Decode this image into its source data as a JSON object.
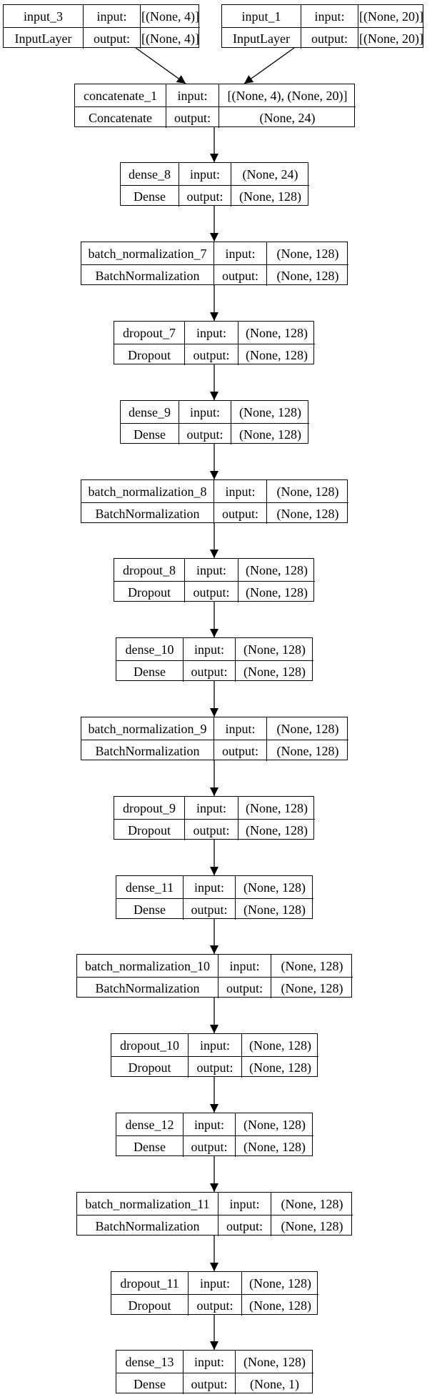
{
  "layers": [
    {
      "id": "input_3",
      "name": "input_3",
      "type": "InputLayer",
      "input_label": "input:",
      "input": "[(None, 4)]",
      "output_label": "output:",
      "output": "[(None, 4)]"
    },
    {
      "id": "input_1",
      "name": "input_1",
      "type": "InputLayer",
      "input_label": "input:",
      "input": "[(None, 20)]",
      "output_label": "output:",
      "output": "[(None, 20)]"
    },
    {
      "id": "concatenate_1",
      "name": "concatenate_1",
      "type": "Concatenate",
      "input_label": "input:",
      "input": "[(None, 4), (None, 20)]",
      "output_label": "output:",
      "output": "(None, 24)"
    },
    {
      "id": "dense_8",
      "name": "dense_8",
      "type": "Dense",
      "input_label": "input:",
      "input": "(None, 24)",
      "output_label": "output:",
      "output": "(None, 128)"
    },
    {
      "id": "batch_normalization_7",
      "name": "batch_normalization_7",
      "type": "BatchNormalization",
      "input_label": "input:",
      "input": "(None, 128)",
      "output_label": "output:",
      "output": "(None, 128)"
    },
    {
      "id": "dropout_7",
      "name": "dropout_7",
      "type": "Dropout",
      "input_label": "input:",
      "input": "(None, 128)",
      "output_label": "output:",
      "output": "(None, 128)"
    },
    {
      "id": "dense_9",
      "name": "dense_9",
      "type": "Dense",
      "input_label": "input:",
      "input": "(None, 128)",
      "output_label": "output:",
      "output": "(None, 128)"
    },
    {
      "id": "batch_normalization_8",
      "name": "batch_normalization_8",
      "type": "BatchNormalization",
      "input_label": "input:",
      "input": "(None, 128)",
      "output_label": "output:",
      "output": "(None, 128)"
    },
    {
      "id": "dropout_8",
      "name": "dropout_8",
      "type": "Dropout",
      "input_label": "input:",
      "input": "(None, 128)",
      "output_label": "output:",
      "output": "(None, 128)"
    },
    {
      "id": "dense_10",
      "name": "dense_10",
      "type": "Dense",
      "input_label": "input:",
      "input": "(None, 128)",
      "output_label": "output:",
      "output": "(None, 128)"
    },
    {
      "id": "batch_normalization_9",
      "name": "batch_normalization_9",
      "type": "BatchNormalization",
      "input_label": "input:",
      "input": "(None, 128)",
      "output_label": "output:",
      "output": "(None, 128)"
    },
    {
      "id": "dropout_9",
      "name": "dropout_9",
      "type": "Dropout",
      "input_label": "input:",
      "input": "(None, 128)",
      "output_label": "output:",
      "output": "(None, 128)"
    },
    {
      "id": "dense_11",
      "name": "dense_11",
      "type": "Dense",
      "input_label": "input:",
      "input": "(None, 128)",
      "output_label": "output:",
      "output": "(None, 128)"
    },
    {
      "id": "batch_normalization_10",
      "name": "batch_normalization_10",
      "type": "BatchNormalization",
      "input_label": "input:",
      "input": "(None, 128)",
      "output_label": "output:",
      "output": "(None, 128)"
    },
    {
      "id": "dropout_10",
      "name": "dropout_10",
      "type": "Dropout",
      "input_label": "input:",
      "input": "(None, 128)",
      "output_label": "output:",
      "output": "(None, 128)"
    },
    {
      "id": "dense_12",
      "name": "dense_12",
      "type": "Dense",
      "input_label": "input:",
      "input": "(None, 128)",
      "output_label": "output:",
      "output": "(None, 128)"
    },
    {
      "id": "batch_normalization_11",
      "name": "batch_normalization_11",
      "type": "BatchNormalization",
      "input_label": "input:",
      "input": "(None, 128)",
      "output_label": "output:",
      "output": "(None, 128)"
    },
    {
      "id": "dropout_11",
      "name": "dropout_11",
      "type": "Dropout",
      "input_label": "input:",
      "input": "(None, 128)",
      "output_label": "output:",
      "output": "(None, 128)"
    },
    {
      "id": "dense_13",
      "name": "dense_13",
      "type": "Dense",
      "input_label": "input:",
      "input": "(None, 128)",
      "output_label": "output:",
      "output": "(None, 1)"
    }
  ],
  "edges": [
    [
      "input_3",
      "concatenate_1"
    ],
    [
      "input_1",
      "concatenate_1"
    ],
    [
      "concatenate_1",
      "dense_8"
    ],
    [
      "dense_8",
      "batch_normalization_7"
    ],
    [
      "batch_normalization_7",
      "dropout_7"
    ],
    [
      "dropout_7",
      "dense_9"
    ],
    [
      "dense_9",
      "batch_normalization_8"
    ],
    [
      "batch_normalization_8",
      "dropout_8"
    ],
    [
      "dropout_8",
      "dense_10"
    ],
    [
      "dense_10",
      "batch_normalization_9"
    ],
    [
      "batch_normalization_9",
      "dropout_9"
    ],
    [
      "dropout_9",
      "dense_11"
    ],
    [
      "dense_11",
      "batch_normalization_10"
    ],
    [
      "batch_normalization_10",
      "dropout_10"
    ],
    [
      "dropout_10",
      "dense_12"
    ],
    [
      "dense_12",
      "batch_normalization_11"
    ],
    [
      "batch_normalization_11",
      "dropout_11"
    ],
    [
      "dropout_11",
      "dense_13"
    ]
  ]
}
